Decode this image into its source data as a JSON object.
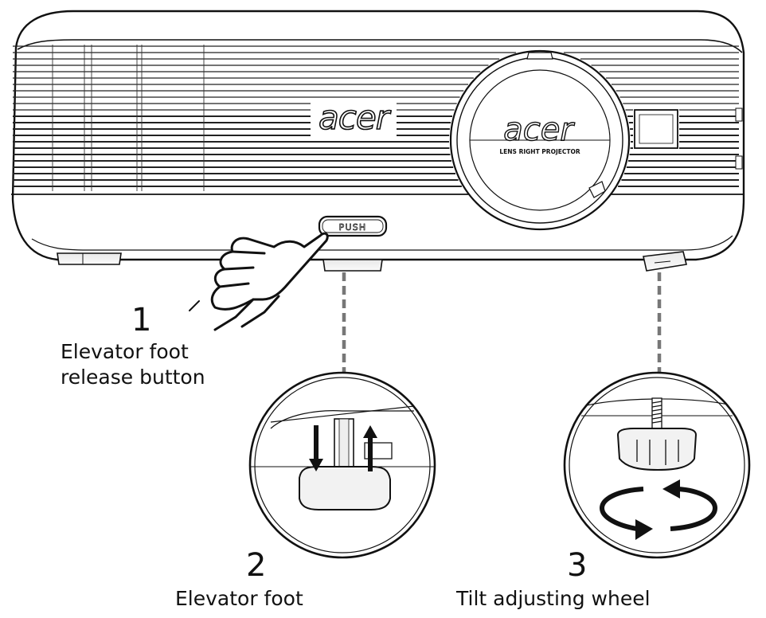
{
  "figure": {
    "brand_logo_text": "acer",
    "lens_cap_brand": "acer",
    "lens_cap_tagline": "LENS RIGHT PROJECTOR",
    "release_button_text": "PUSH"
  },
  "callouts": [
    {
      "number": "1",
      "line1": "Elevator foot",
      "line2": "release button"
    },
    {
      "number": "2",
      "label": "Elevator foot"
    },
    {
      "number": "3",
      "label": "Tilt adjusting wheel"
    }
  ],
  "icons": {
    "hand": "pointing-hand-icon",
    "elevator_arrows": "up-down-arrows-icon",
    "rotate": "rotate-arrows-icon"
  },
  "colors": {
    "line": "#111111",
    "fill": "#ffffff",
    "shade": "#f2f2f2"
  }
}
